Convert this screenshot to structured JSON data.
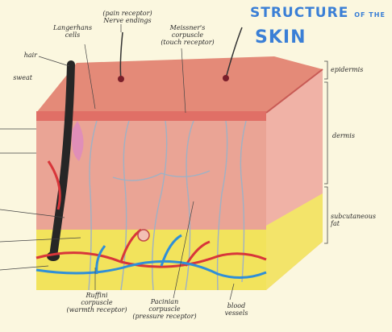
{
  "title": {
    "line1": "STRUCTURE",
    "line1_small": "OF THE",
    "line2": "SKIN",
    "color": "#3a7fd6"
  },
  "layers": {
    "epidermis": "epidermis",
    "dermis": "dermis",
    "subcutaneous": "subcutaneous\nfat"
  },
  "labels": {
    "pain_receptor": "(pain receptor)\nNerve endings",
    "langerhans": "Langerhans\ncells",
    "meissner": "Meissner's\ncorpuscle\n(touch receptor)",
    "hair": "hair",
    "ruffini": "Ruffini\ncorpuscle\n(warmth receptor)",
    "pacinian": "Pacinian\ncorpuscle\n(pressure receptor)",
    "blood_vessels": "blood\nvessels",
    "left_1": "sweat",
    "left_2": "",
    "left_3": "",
    "left_4": "",
    "left_5": "",
    "left_6": "",
    "left_7": ""
  },
  "colors": {
    "dermis": "#e9a093",
    "epidermis_top": "#e07f72",
    "fat": "#f1e25a",
    "hair": "#2a2a2a",
    "nerve": "#9fb1c4",
    "artery": "#d8363a",
    "vein": "#2f8fd8"
  }
}
